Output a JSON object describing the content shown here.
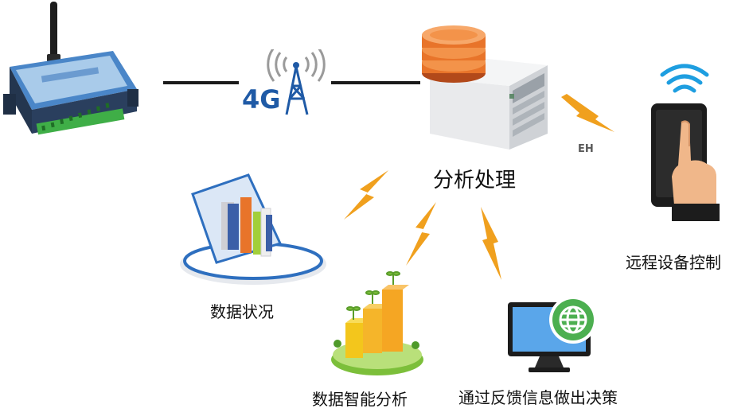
{
  "diagram": {
    "network_label": "4G",
    "server_label": "分析处理",
    "server_link_label": "EH",
    "nodes": [
      {
        "id": "remote",
        "label": "远程设备控制"
      },
      {
        "id": "status",
        "label": "数据状况"
      },
      {
        "id": "analysis",
        "label": "数据智能分析"
      },
      {
        "id": "decision",
        "label": "通过反馈信息做出决策"
      }
    ]
  },
  "colors": {
    "accent_blue": "#1f5aa6",
    "lightning_orange": "#f0a01e",
    "disk_orange": "#e8742a",
    "wifi_blue": "#1e9ee0"
  }
}
